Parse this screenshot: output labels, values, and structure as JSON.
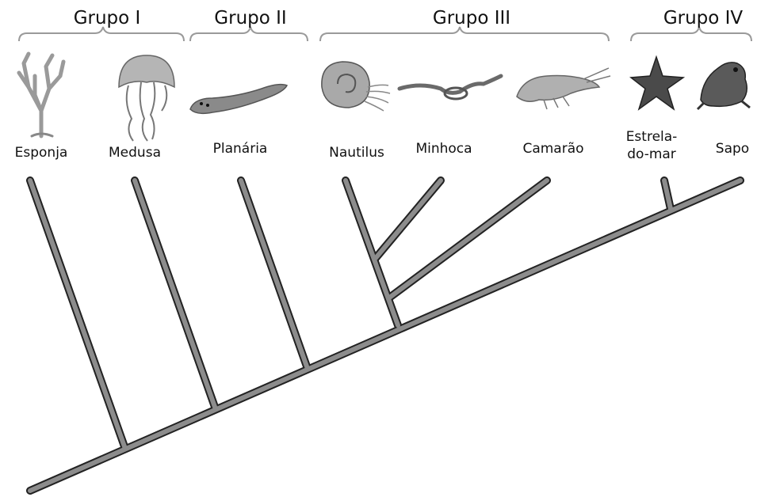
{
  "groups": [
    {
      "label": "Grupo I"
    },
    {
      "label": "Grupo II"
    },
    {
      "label": "Grupo III"
    },
    {
      "label": "Grupo IV"
    }
  ],
  "species": [
    {
      "name": "Esponja",
      "icon": "sponge-icon"
    },
    {
      "name": "Medusa",
      "icon": "jellyfish-icon"
    },
    {
      "name": "Planária",
      "icon": "planarian-icon"
    },
    {
      "name": "Nautilus",
      "icon": "nautilus-icon"
    },
    {
      "name": "Minhoca",
      "icon": "earthworm-icon"
    },
    {
      "name": "Camarão",
      "icon": "shrimp-icon"
    },
    {
      "name_line1": "Estrela-",
      "name_line2": "do-mar",
      "icon": "starfish-icon"
    },
    {
      "name": "Sapo",
      "icon": "frog-icon"
    }
  ],
  "colors": {
    "branch_fill": "#8c8c8c",
    "branch_outline": "#222222",
    "bracket": "#9a9a9a",
    "text": "#111111"
  }
}
